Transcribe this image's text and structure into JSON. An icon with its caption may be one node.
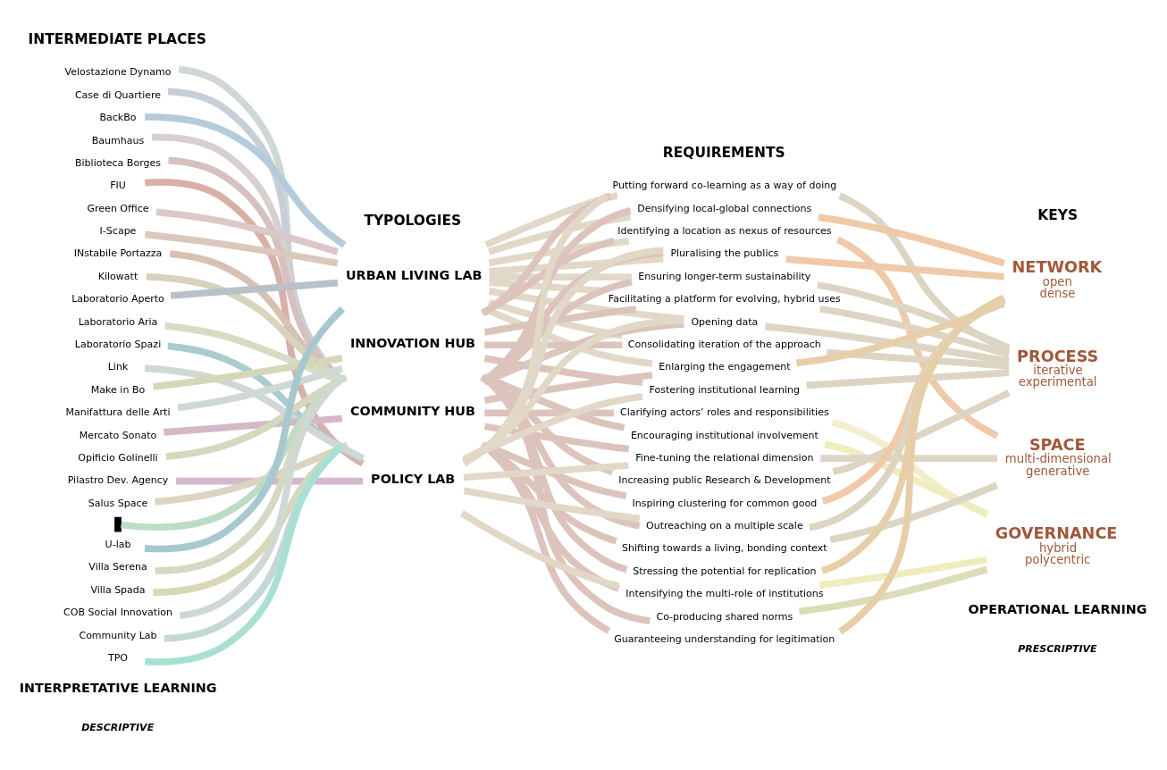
{
  "diagram": {
    "nodes": [
      {
        "text": [
          "Velostazione Dynamo"
        ]
      },
      {
        "text": [
          "Case di Quartiere"
        ]
      },
      {
        "text": [
          "BackBo"
        ]
      },
      {
        "text": [
          "Baumhaus"
        ]
      },
      {
        "text": [
          "Biblioteca Borges"
        ]
      },
      {
        "text": [
          "FIU"
        ]
      },
      {
        "text": [
          "Green Office"
        ]
      },
      {
        "text": [
          "I-Scape"
        ]
      },
      {
        "text": [
          "INstabile Portazza"
        ]
      },
      {
        "text": [
          "Kilowatt"
        ]
      },
      {
        "text": [
          "Laboratorio Aperto"
        ]
      },
      {
        "text": [
          "Laboratorio Aria"
        ]
      },
      {
        "text": [
          "Laboratorio Spazi"
        ]
      },
      {
        "text": [
          "Link"
        ]
      },
      {
        "text": [
          "Make in Bo"
        ]
      },
      {
        "text": [
          "Manifattura delle Arti"
        ]
      },
      {
        "text": [
          "Mercato Sonato"
        ]
      },
      {
        "text": [
          "Opificio Golinelli"
        ]
      },
      {
        "text": [
          "Pilastro Dev. Agency"
        ]
      },
      {
        "text": [
          "Salus Space"
        ]
      },
      {
        "text": [],
        "shape": "bar"
      },
      {
        "text": [
          "U-lab"
        ]
      },
      {
        "text": [
          "Villa Serena"
        ]
      },
      {
        "text": [
          "Villa Spada"
        ]
      },
      {
        "text": [
          "COB Social Innovation"
        ]
      },
      {
        "text": [
          "Community Lab"
        ]
      },
      {
        "text": [
          "TPO"
        ]
      },
      {
        "text": [
          "URBAN LIVING LAB"
        ]
      },
      {
        "text": [
          "INNOVATION HUB"
        ]
      },
      {
        "text": [
          "COMMUNITY HUB"
        ]
      },
      {
        "text": [
          "POLICY LAB"
        ]
      },
      {
        "text": [
          "Putting forward co-learning as a way of doing"
        ]
      },
      {
        "text": [
          "Densifying local-global connections"
        ]
      },
      {
        "text": [
          "Identifying a location as nexus of resources"
        ]
      },
      {
        "text": [
          "Pluralising the publics"
        ]
      },
      {
        "text": [
          "Ensuring longer-term sustainability"
        ]
      },
      {
        "text": [
          "Facilitating a platform for evolving, hybrid uses"
        ]
      },
      {
        "text": [
          "Opening data"
        ]
      },
      {
        "text": [
          "Consolidating iteration of the approach"
        ]
      },
      {
        "text": [
          "Enlarging the engagement"
        ]
      },
      {
        "text": [
          "Fostering institutional learning"
        ]
      },
      {
        "text": [
          "Clarifying actors’ roles and responsibilities"
        ]
      },
      {
        "text": [
          "Encouraging institutional involvement"
        ]
      },
      {
        "text": [
          "Fine-tuning the relational dimension"
        ]
      },
      {
        "text": [
          "Increasing public Research & Development"
        ]
      },
      {
        "text": [
          "Inspiring clustering for common good"
        ]
      },
      {
        "text": [
          "Outreaching on a multiple scale"
        ]
      },
      {
        "text": [
          "Shifting towards a living, bonding context"
        ]
      },
      {
        "text": [
          "Stressing the potential for replication"
        ]
      },
      {
        "text": [
          "Intensifying the multi-role of institutions"
        ]
      },
      {
        "text": [
          "Co-producing shared norms"
        ]
      },
      {
        "text": [
          "Guaranteeing understanding for legitimation"
        ]
      },
      {
        "text": [
          "NETWORK",
          "open",
          "dense"
        ]
      },
      {
        "text": [
          "PROCESS",
          "iterative",
          "experimental"
        ]
      },
      {
        "text": [
          "SPACE",
          "multi-dimensional",
          "generative"
        ]
      },
      {
        "text": [
          "GOVERNANCE",
          "hybrid",
          "polycentric"
        ]
      }
    ],
    "edges": [
      {
        "from": 0,
        "to": 29,
        "arrow": "none",
        "color": "#cfd8d4"
      },
      {
        "from": 1,
        "to": 29,
        "arrow": "none",
        "color": "#c6cfd8"
      },
      {
        "from": 2,
        "to": 27,
        "arrow": "none",
        "color": "#b4cbdc"
      },
      {
        "from": 3,
        "to": 29,
        "arrow": "none",
        "color": "#d8cfcf"
      },
      {
        "from": 4,
        "to": 29,
        "arrow": "none",
        "color": "#d6c0c0"
      },
      {
        "from": 5,
        "to": 30,
        "arrow": "none",
        "color": "#d8b0a8"
      },
      {
        "from": 6,
        "to": 27,
        "arrow": "none",
        "color": "#dcc8c8"
      },
      {
        "from": 7,
        "to": 27,
        "arrow": "none",
        "color": "#dac8bc"
      },
      {
        "from": 8,
        "to": 29,
        "arrow": "none",
        "color": "#d8c0b4"
      },
      {
        "from": 9,
        "to": 29,
        "arrow": "none",
        "color": "#d8d4bc"
      },
      {
        "from": 10,
        "to": 27,
        "arrow": "none",
        "color": "#b8c0c8"
      },
      {
        "from": 11,
        "to": 29,
        "arrow": "none",
        "color": "#d4dcc4"
      },
      {
        "from": 12,
        "to": 30,
        "arrow": "none",
        "color": "#a8ccd0"
      },
      {
        "from": 13,
        "to": 30,
        "arrow": "none",
        "color": "#cfd8d4"
      },
      {
        "from": 14,
        "to": 28,
        "arrow": "none",
        "color": "#d4d8b8"
      },
      {
        "from": 15,
        "to": 28,
        "arrow": "none",
        "color": "#d0d8d4"
      },
      {
        "from": 16,
        "to": 29,
        "arrow": "none",
        "color": "#d4b8c8"
      },
      {
        "from": 17,
        "to": 28,
        "arrow": "none",
        "color": "#d4d8bc"
      },
      {
        "from": 18,
        "to": 30,
        "arrow": "none",
        "color": "#d4b8cc"
      },
      {
        "from": 19,
        "to": 29,
        "arrow": "none",
        "color": "#dcd4c0"
      },
      {
        "from": 20,
        "to": 28,
        "arrow": "none",
        "color": "#bcdcc4"
      },
      {
        "from": 21,
        "to": 27,
        "arrow": "none",
        "color": "#a8c8d0"
      },
      {
        "from": 22,
        "to": 28,
        "arrow": "none",
        "color": "#d4d8c4"
      },
      {
        "from": 23,
        "to": 29,
        "arrow": "none",
        "color": "#d8d8b8"
      },
      {
        "from": 24,
        "to": 28,
        "arrow": "none",
        "color": "#d0d8d4"
      },
      {
        "from": 25,
        "to": 29,
        "arrow": "none",
        "color": "#c4d8d8"
      },
      {
        "from": 26,
        "to": 29,
        "arrow": "none",
        "color": "#a8e0d4"
      },
      {
        "from": 27,
        "to": 31,
        "arrow": "none",
        "color": "#e2d8c8"
      },
      {
        "from": 27,
        "to": 32,
        "arrow": "none",
        "color": "#e2d8c8"
      },
      {
        "from": 27,
        "to": 33,
        "arrow": "none",
        "color": "#e2d8c8"
      },
      {
        "from": 27,
        "to": 34,
        "arrow": "none",
        "color": "#e2d8c8"
      },
      {
        "from": 27,
        "to": 35,
        "arrow": "none",
        "color": "#e2d8c8"
      },
      {
        "from": 27,
        "to": 36,
        "arrow": "none",
        "color": "#e2d8c8"
      },
      {
        "from": 27,
        "to": 37,
        "arrow": "none",
        "color": "#e2d8c8"
      },
      {
        "from": 27,
        "to": 38,
        "arrow": "none",
        "color": "#e2d8c8"
      },
      {
        "from": 27,
        "to": 39,
        "arrow": "none",
        "color": "#e2d8c8"
      },
      {
        "from": 28,
        "to": 31,
        "arrow": "none",
        "color": "#dcc4bc"
      },
      {
        "from": 28,
        "to": 33,
        "arrow": "none",
        "color": "#dcc4bc"
      },
      {
        "from": 28,
        "to": 36,
        "arrow": "none",
        "color": "#dcc4bc"
      },
      {
        "from": 28,
        "to": 38,
        "arrow": "none",
        "color": "#dcc4bc"
      },
      {
        "from": 28,
        "to": 40,
        "arrow": "none",
        "color": "#dcc4bc"
      },
      {
        "from": 28,
        "to": 42,
        "arrow": "none",
        "color": "#dcc4bc"
      },
      {
        "from": 28,
        "to": 44,
        "arrow": "none",
        "color": "#dcc4bc"
      },
      {
        "from": 28,
        "to": 46,
        "arrow": "none",
        "color": "#dcc4bc"
      },
      {
        "from": 28,
        "to": 48,
        "arrow": "none",
        "color": "#dcc4bc"
      },
      {
        "from": 28,
        "to": 50,
        "arrow": "none",
        "color": "#dcc4bc"
      },
      {
        "from": 29,
        "to": 32,
        "arrow": "none",
        "color": "#dcc4bc"
      },
      {
        "from": 29,
        "to": 34,
        "arrow": "none",
        "color": "#dcc4bc"
      },
      {
        "from": 29,
        "to": 35,
        "arrow": "none",
        "color": "#dcc4bc"
      },
      {
        "from": 29,
        "to": 37,
        "arrow": "none",
        "color": "#dcc4bc"
      },
      {
        "from": 29,
        "to": 39,
        "arrow": "none",
        "color": "#dcc4bc"
      },
      {
        "from": 29,
        "to": 41,
        "arrow": "none",
        "color": "#dcc4bc"
      },
      {
        "from": 29,
        "to": 43,
        "arrow": "none",
        "color": "#dcc4bc"
      },
      {
        "from": 29,
        "to": 45,
        "arrow": "none",
        "color": "#dcc4bc"
      },
      {
        "from": 29,
        "to": 47,
        "arrow": "none",
        "color": "#dcc4bc"
      },
      {
        "from": 29,
        "to": 49,
        "arrow": "none",
        "color": "#dcc4bc"
      },
      {
        "from": 29,
        "to": 51,
        "arrow": "none",
        "color": "#dcc4bc"
      },
      {
        "from": 30,
        "to": 31,
        "arrow": "none",
        "color": "#e2d8c8"
      },
      {
        "from": 30,
        "to": 34,
        "arrow": "none",
        "color": "#e2d8c8"
      },
      {
        "from": 30,
        "to": 37,
        "arrow": "none",
        "color": "#e2d8c8"
      },
      {
        "from": 30,
        "to": 40,
        "arrow": "none",
        "color": "#e2d8c8"
      },
      {
        "from": 30,
        "to": 43,
        "arrow": "none",
        "color": "#e2d8c8"
      },
      {
        "from": 30,
        "to": 46,
        "arrow": "none",
        "color": "#e2d8c8"
      },
      {
        "from": 30,
        "to": 49,
        "arrow": "none",
        "color": "#e2d8c8"
      },
      {
        "from": 31,
        "to": 53,
        "arrow": "none",
        "color": "#ddd5c4"
      },
      {
        "from": 32,
        "to": 52,
        "arrow": "none",
        "color": "#f0c9a8"
      },
      {
        "from": 33,
        "to": 54,
        "arrow": "none",
        "color": "#f0c9a8"
      },
      {
        "from": 34,
        "to": 52,
        "arrow": "none",
        "color": "#f0c9a8"
      },
      {
        "from": 35,
        "to": 53,
        "arrow": "none",
        "color": "#ddd5c4"
      },
      {
        "from": 36,
        "to": 53,
        "arrow": "none",
        "color": "#ddd5c4"
      },
      {
        "from": 37,
        "to": 53,
        "arrow": "none",
        "color": "#ddd5c4"
      },
      {
        "from": 38,
        "to": 53,
        "arrow": "none",
        "color": "#ddd5c4"
      },
      {
        "from": 39,
        "to": 52,
        "arrow": "none",
        "color": "#e6cfa8"
      },
      {
        "from": 40,
        "to": 53,
        "arrow": "none",
        "color": "#ddd5c4"
      },
      {
        "from": 41,
        "to": 55,
        "arrow": "none",
        "color": "#f3eecc"
      },
      {
        "from": 42,
        "to": 55,
        "arrow": "none",
        "color": "#eeedbc"
      },
      {
        "from": 43,
        "to": 54,
        "arrow": "none",
        "color": "#ddd5c4"
      },
      {
        "from": 44,
        "to": 53,
        "arrow": "none",
        "color": "#ddd5c4"
      },
      {
        "from": 45,
        "to": 52,
        "arrow": "none",
        "color": "#f0c9a8"
      },
      {
        "from": 46,
        "to": 52,
        "arrow": "none",
        "color": "#ddd5c4"
      },
      {
        "from": 47,
        "to": 54,
        "arrow": "none",
        "color": "#ddd5c4"
      },
      {
        "from": 48,
        "to": 52,
        "arrow": "none",
        "color": "#e6cfa8"
      },
      {
        "from": 49,
        "to": 55,
        "arrow": "none",
        "color": "#eeedbc"
      },
      {
        "from": 50,
        "to": 55,
        "arrow": "none",
        "color": "#dcdcb8"
      },
      {
        "from": 51,
        "to": 52,
        "arrow": "none",
        "color": "#e6cfa8"
      }
    ],
    "labels": [
      "INTERMEDIATE PLACES",
      "TYPOLOGIES",
      "REQUIREMENTS",
      "KEYS",
      "INTERPRETATIVE LEARNING",
      "DESCRIPTIVE",
      "OPERATIONAL LEARNING",
      "PRESCRIPTIVE"
    ]
  }
}
